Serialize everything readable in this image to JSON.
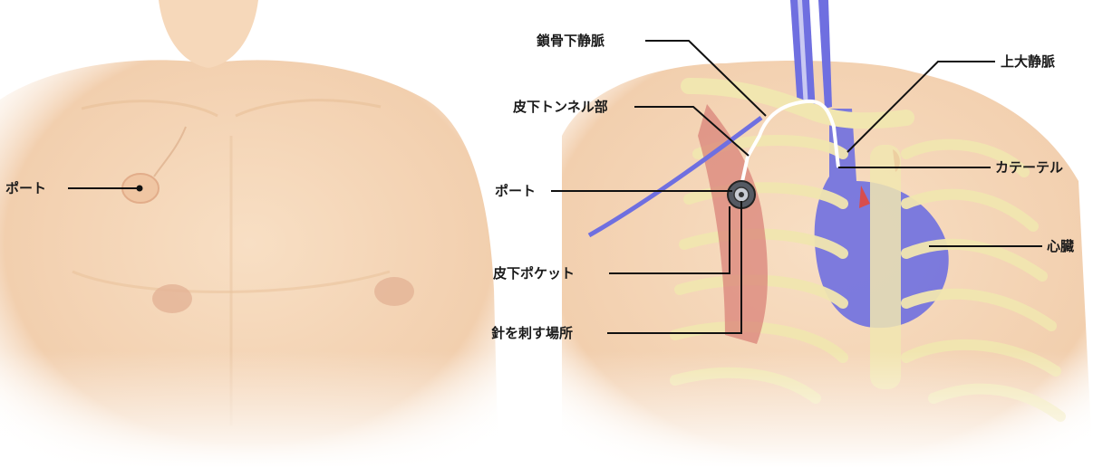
{
  "left_panel": {
    "labels": {
      "port": "ポート"
    }
  },
  "right_panel": {
    "labels": {
      "subclavian_vein": "鎖骨下静脈",
      "subcutaneous_tunnel": "皮下トンネル部",
      "port": "ポート",
      "subcutaneous_pocket": "皮下ポケット",
      "needle_site": "針を刺す場所",
      "superior_vena_cava": "上大静脈",
      "catheter": "カテーテル",
      "heart": "心臓"
    }
  },
  "colors": {
    "skin": "#f6d9bc",
    "skin_shadow": "#e8bf98",
    "bone": "#f3e7b4",
    "vein_blue": "#6f6fe0",
    "muscle": "#d9837a",
    "line": "#111111"
  }
}
